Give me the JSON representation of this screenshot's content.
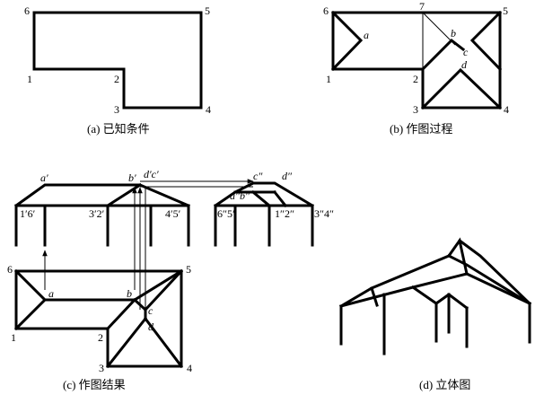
{
  "panel_a": {
    "caption": "(a) 已知条件",
    "points": {
      "p1": "1",
      "p2": "2",
      "p3": "3",
      "p4": "4",
      "p5": "5",
      "p6": "6"
    }
  },
  "panel_b": {
    "caption": "(b) 作图过程",
    "points": {
      "p1": "1",
      "p2": "2",
      "p3": "3",
      "p4": "4",
      "p5": "5",
      "p6": "6",
      "p7": "7"
    },
    "letters": {
      "a": "a",
      "b": "b",
      "c": "c",
      "d": "d"
    }
  },
  "panel_c": {
    "caption": "(c) 作图结果",
    "front_view": {
      "a": "a′",
      "b": "b′",
      "dc": "d′c′",
      "p16": "1′6′",
      "p32": "3′2′",
      "p45": "4′5′"
    },
    "side_view": {
      "c": "c″",
      "d": "d″",
      "ab": "a″b″",
      "p65": "6″5″",
      "p12": "1″2″",
      "p34": "3″4″"
    },
    "plan_view": {
      "points": {
        "p1": "1",
        "p2": "2",
        "p3": "3",
        "p4": "4",
        "p5": "5",
        "p6": "6"
      },
      "letters": {
        "a": "a",
        "b": "b",
        "c": "c",
        "d": "d"
      }
    }
  },
  "panel_d": {
    "caption": "(d) 立体图"
  }
}
